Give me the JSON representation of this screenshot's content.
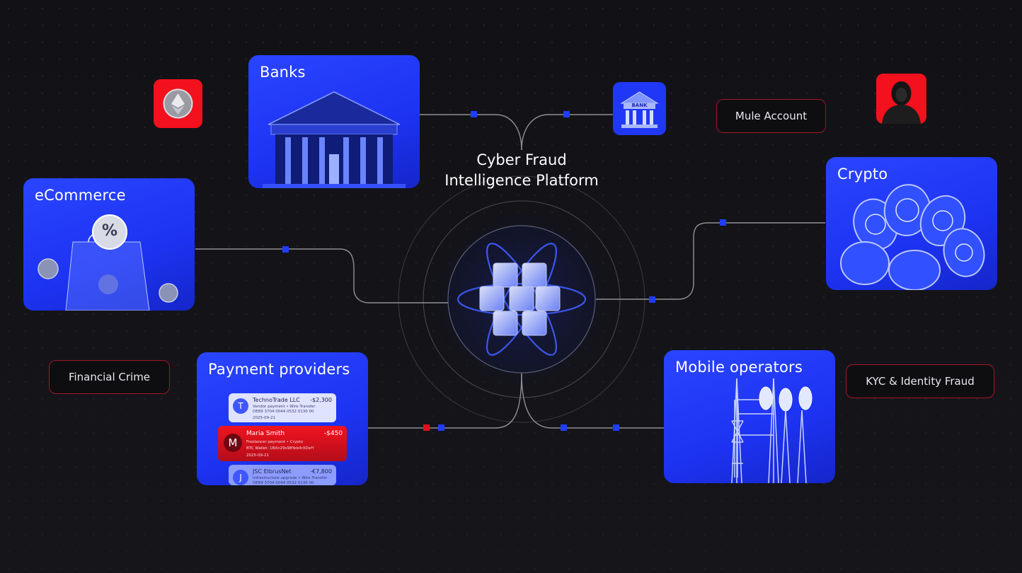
{
  "platform": {
    "title_line1": "Cyber Fraud",
    "title_line2": "Intelligence Platform"
  },
  "cards": {
    "banks": "Banks",
    "ecommerce": "eCommerce",
    "crypto": "Crypto",
    "payment_providers": "Payment providers",
    "mobile_operators": "Mobile operators"
  },
  "tags": {
    "mule_account": "Mule Account",
    "financial_crime": "Financial Crime",
    "kyc_fraud": "KYC & Identity Fraud"
  },
  "icons": {
    "bank_sign": "BANK",
    "percent": "%"
  },
  "payments": [
    {
      "initial": "T",
      "name": "TechnoTrade LLC",
      "amount": "-$2,300",
      "line1": "Vendor payment • Wire Transfer",
      "line2": "DE89 3704 0044 0532 0130 00",
      "date": "2025-09-21"
    },
    {
      "initial": "M",
      "name": "Maria Smith",
      "amount": "-$450",
      "line1": "Freelancer payment • Crypto",
      "line2": "BTC Wallet: 1BXn29s98Yeb4rXDxH",
      "date": "2025-09-21"
    },
    {
      "initial": "J",
      "name": "JSC ElbrusNet",
      "amount": "-€7,800",
      "line1": "Infrastructure upgrade • Wire Transfer",
      "line2": "DE89 3704 0044 0532 0130 00",
      "date": ""
    }
  ],
  "colors": {
    "background": "#121216",
    "card_blue": "#1f37f5",
    "accent_red": "#e0101c",
    "wire": "#8f8f96",
    "node_blue": "#1f3dff"
  }
}
